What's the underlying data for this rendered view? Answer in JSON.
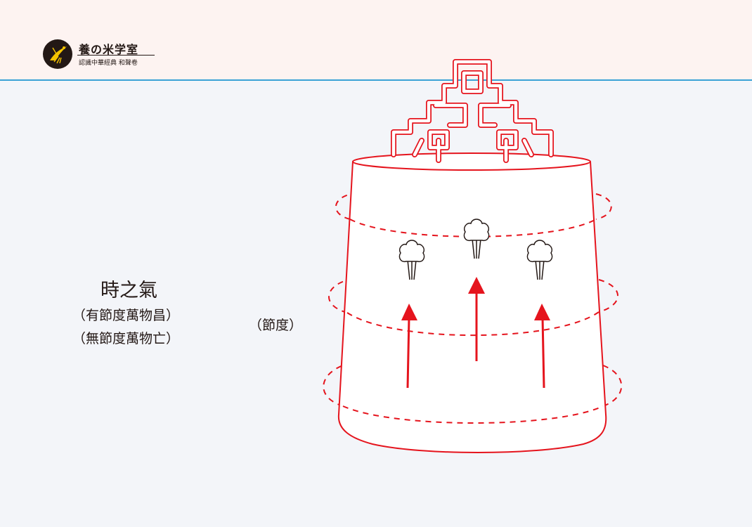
{
  "brand": {
    "title": "養の米学室",
    "subtitle": "認識中華經典 和聲卷",
    "logo_icon": "bird-in-circle-logo",
    "colors": {
      "header_bg": "#fdf3f1",
      "rule": "#3aa2d6",
      "logo_bg": "#231815",
      "logo_bird": "#f5c400"
    }
  },
  "labels": {
    "main": "時之氣",
    "line1": "（有節度萬物昌）",
    "line2": "（無節度萬物亡）",
    "center": "（節度）"
  },
  "diagram": {
    "subject": "bell",
    "accent_color": "#e5141d",
    "icons": [
      "tree-icon",
      "tree-icon",
      "tree-icon",
      "up-arrow-icon",
      "up-arrow-icon",
      "up-arrow-icon"
    ]
  }
}
